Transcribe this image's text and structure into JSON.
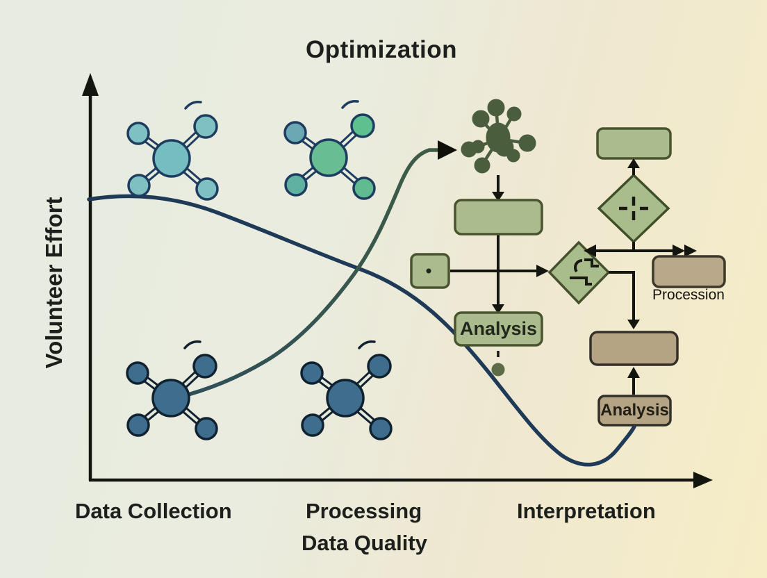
{
  "title": "Optimization",
  "axes": {
    "y_label": "Volunteer Effort",
    "x_labels": [
      "Data Collection",
      "Processing",
      "Interpretation"
    ],
    "x_sub_label": "Data Quality"
  },
  "flowchart": {
    "analysis_left": "Analysis",
    "procession": "Procession",
    "analysis_right": "Analysis",
    "unlabeled_boxes": [
      "top-left-process-box",
      "small-input-box",
      "top-right-process-box",
      "right-process-box"
    ],
    "decision_diamonds": [
      "swap-decision-diamond",
      "crosshair-decision-diamond"
    ]
  },
  "icons": {
    "molecule-icon": "4-satellite molecule with double bonds and motion arc",
    "network-icon": "solid dark-green hub with radiating nodes",
    "swap-icon": "stepped swap glyph inside left diamond",
    "dashed-crosshair-icon": "-|- dashed crosshair inside right diamond",
    "dot-icon": "terminal dot under left Analysis box"
  },
  "colors": {
    "background_left": "#e8ebe0",
    "background_right": "#f6edc6",
    "axis_and_text": "#1c1f1b",
    "navy_curve": "#1f3a57",
    "green_curve_start": "#2f4e59",
    "green_curve_end": "#3e5c44",
    "sage_fill": "#a9bc8c",
    "olive_border": "#49542f",
    "tan_fill": "#b5a484",
    "tan_border": "#38342b",
    "teal_molecule": "#7fc0c2",
    "green_molecule": "#68bd92",
    "steel_molecule": "#3f6d8e",
    "dark_green_icon": "#4a5e3d"
  },
  "chart_data": {
    "type": "line",
    "title": "Optimization",
    "ylabel": "Volunteer Effort",
    "x_categories": [
      "Data Collection",
      "Processing / Data Quality",
      "Interpretation"
    ],
    "legend": false,
    "grid": false,
    "series": [
      {
        "name": "volunteer-effort-curve",
        "color": "#1f3a57",
        "x_norm": [
          0.0,
          0.2,
          0.33,
          0.45,
          0.57,
          0.66,
          0.78,
          0.84,
          0.87,
          0.9
        ],
        "y_norm": [
          0.7,
          0.67,
          0.6,
          0.53,
          0.42,
          0.27,
          0.07,
          0.03,
          0.08,
          0.13
        ]
      },
      {
        "name": "data-quality-curve",
        "color": "#3e5c44",
        "x_norm": [
          0.15,
          0.24,
          0.33,
          0.4,
          0.44,
          0.48,
          0.52,
          0.56,
          0.6
        ],
        "y_norm": [
          0.21,
          0.26,
          0.36,
          0.47,
          0.52,
          0.6,
          0.7,
          0.79,
          0.82
        ]
      }
    ]
  }
}
